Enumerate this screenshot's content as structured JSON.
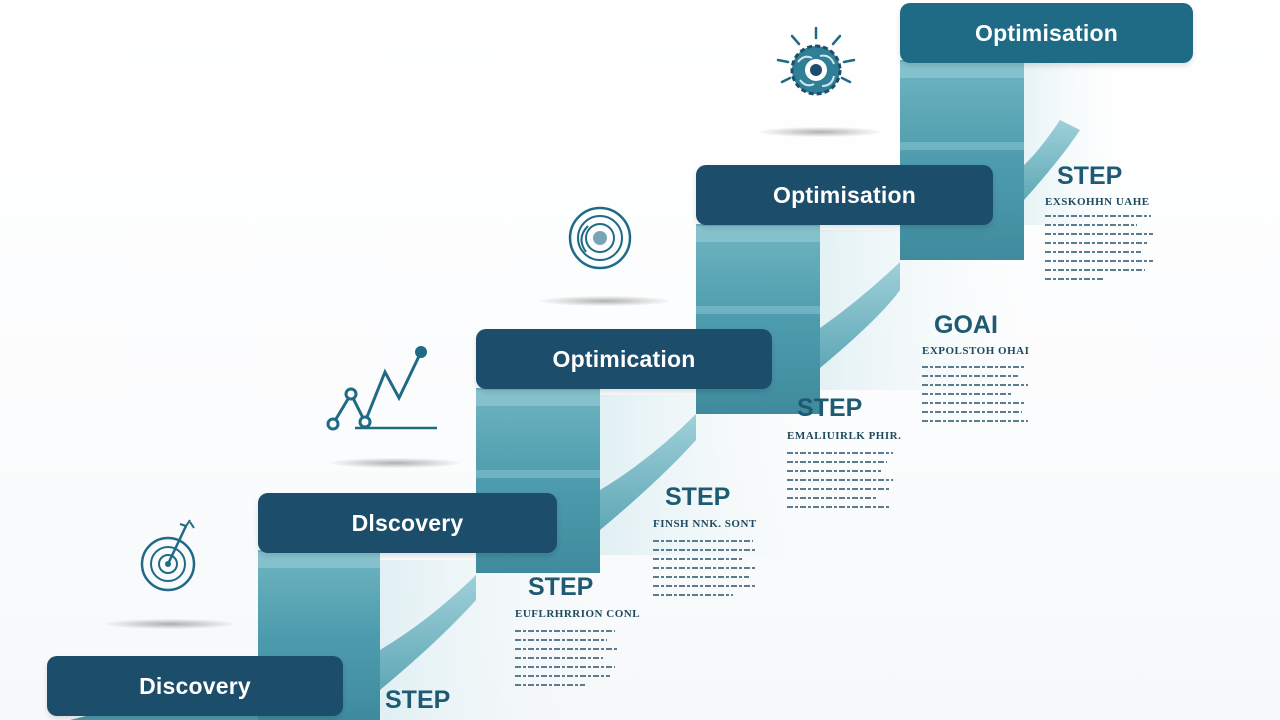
{
  "steps": [
    {
      "label": "Discovery"
    },
    {
      "label": "Dlscovery"
    },
    {
      "label": "Optimication"
    },
    {
      "label": "Optimisation"
    },
    {
      "label": "Optimisation"
    }
  ],
  "annotations": [
    {
      "title": "STEP",
      "subtitle": ""
    },
    {
      "title": "STEP",
      "subtitle": "EUFLRHRRION CONL"
    },
    {
      "title": "STEP",
      "subtitle": "FINSH NNK. SONT"
    },
    {
      "title": "STEP",
      "subtitle": "EMALIUIRLK PHIR."
    },
    {
      "title": "GOAI",
      "subtitle": "EXPOLSTOH OHAI"
    },
    {
      "title": "STEP",
      "subtitle": "EXSKOHHN UAHE"
    }
  ],
  "icons": [
    "target-icon",
    "growth-chart-icon",
    "spiral-icon",
    "brain-gear-icon"
  ],
  "colors": {
    "label_dark": "#1c4d6b",
    "label_teal": "#1f6b85",
    "ribbon": "#4f9fae",
    "ribbon_light": "#bfe0e6",
    "text": "#1f5a73"
  }
}
